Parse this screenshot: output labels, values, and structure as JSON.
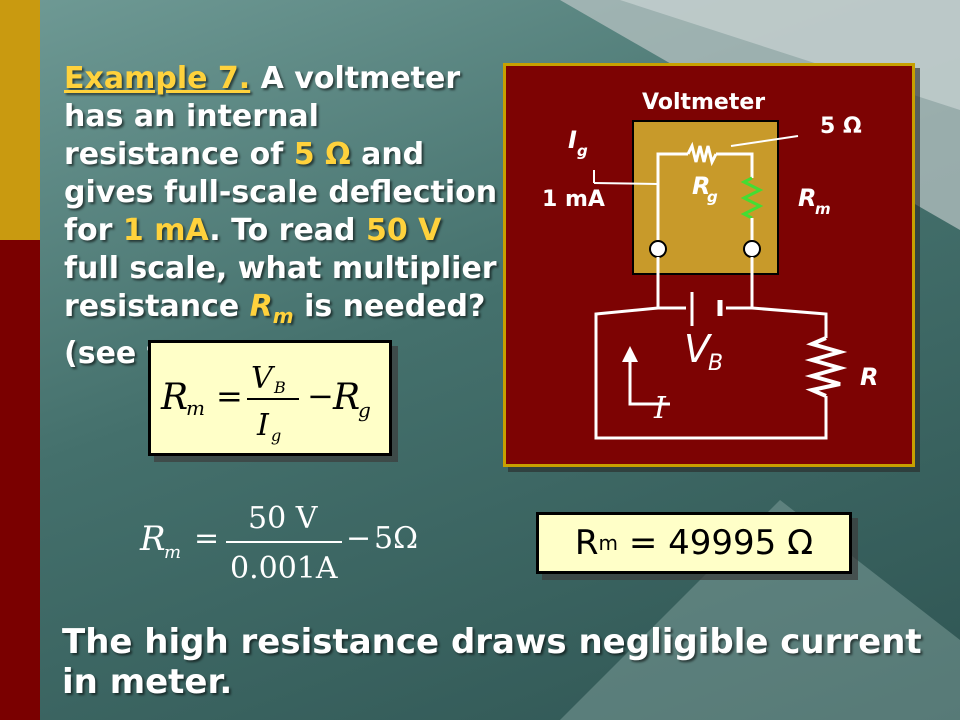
{
  "problem": {
    "example_label": "Example 7.",
    "t1": "A voltmeter has an internal resistance of",
    "r_value": "5",
    "ohm": "Ω",
    "t2": "and gives full-scale deflection for",
    "i_value": "1 mA",
    "t3": ". To read",
    "v_value": "50 V",
    "t4": "full scale, what multiplier resistance",
    "rm_R": "R",
    "rm_sub": "m",
    "t5": "is needed? (see figure)"
  },
  "formula": {
    "lhs": "R",
    "lhs_sub": "m",
    "num": "V",
    "num_sub": "B",
    "den": "I",
    "den_sub": "g",
    "rg": "R",
    "rg_sub": "g",
    "eq": "=",
    "minus": "−"
  },
  "substitution": {
    "lhs": "R",
    "lhs_sub": "m",
    "eq": "=",
    "num": "50 V",
    "den": "0.001A",
    "minus": "−",
    "tail": "5Ω"
  },
  "circuit": {
    "voltmeter_label": "Voltmeter",
    "rg_resistance": "5 Ω",
    "ig_label": "I",
    "ig_sub": "g",
    "current_value": "1 mA",
    "rg_label": "R",
    "rg_sub": "g",
    "rm_label": "R",
    "rm_sub": "m",
    "vb_label": "V",
    "vb_sub": "B",
    "i_label": "I",
    "r_label": "R"
  },
  "answer": {
    "R": "R",
    "sub": "m",
    "rest": "= 49995 Ω"
  },
  "conclusion": "The high resistance draws negligible current in meter.",
  "colors": {
    "panel": "#7d0303",
    "meter": "#c89a2a",
    "highlight": "#ffd23c",
    "box": "#ffffc8",
    "green_resistor": "#44dd33"
  }
}
